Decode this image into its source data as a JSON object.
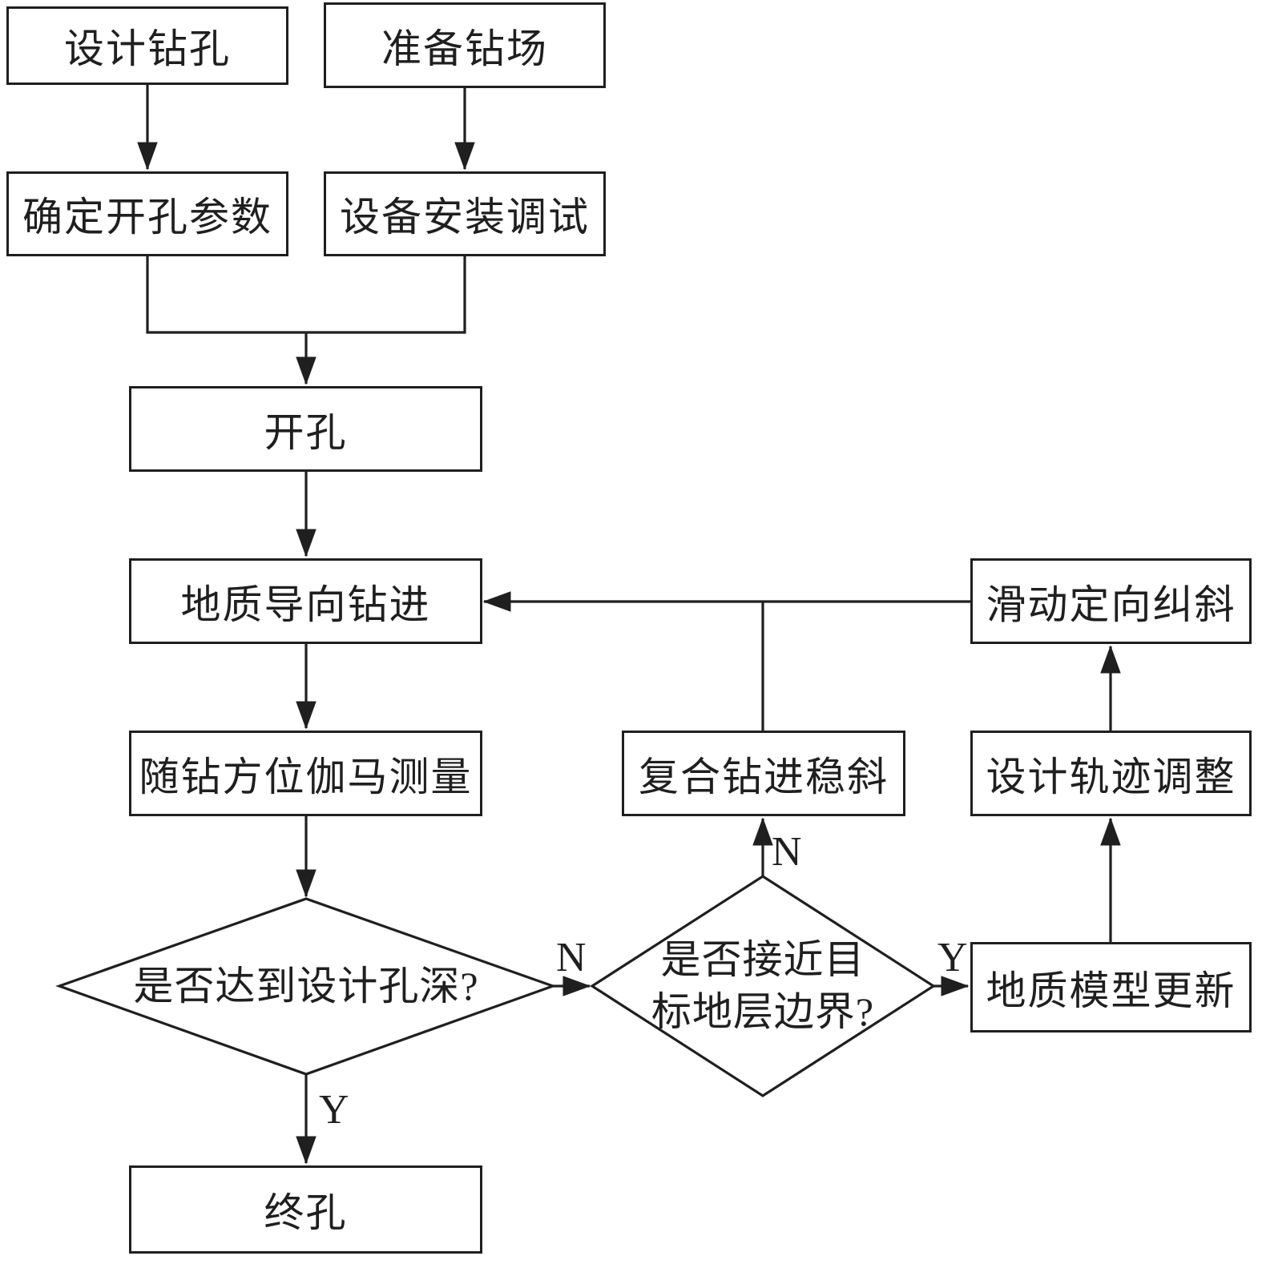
{
  "diagram": {
    "nodes": {
      "design_hole": "设计钻孔",
      "prepare_site": "准备钻场",
      "determine_params": "确定开孔参数",
      "equipment_install": "设备安装调试",
      "open_hole": "开孔",
      "geosteering": "地质导向钻进",
      "gamma_measurement": "随钻方位伽马测量",
      "depth_decision": "是否达到设计孔深?",
      "boundary_decision": "是否接近目\n标地层边界?",
      "composite_drilling": "复合钻进稳斜",
      "geo_model_update": "地质模型更新",
      "trajectory_adjust": "设计轨迹调整",
      "sliding_correction": "滑动定向纠斜",
      "end_hole": "终孔"
    },
    "edge_labels": {
      "depth_yes": "Y",
      "depth_no": "N",
      "boundary_no": "N",
      "boundary_yes": "Y"
    },
    "edges": [
      {
        "from": "design_hole",
        "to": "determine_params"
      },
      {
        "from": "prepare_site",
        "to": "equipment_install"
      },
      {
        "from": "determine_params",
        "to": "open_hole"
      },
      {
        "from": "equipment_install",
        "to": "open_hole"
      },
      {
        "from": "open_hole",
        "to": "geosteering"
      },
      {
        "from": "geosteering",
        "to": "gamma_measurement"
      },
      {
        "from": "gamma_measurement",
        "to": "depth_decision"
      },
      {
        "from": "depth_decision",
        "to": "end_hole",
        "label": "Y"
      },
      {
        "from": "depth_decision",
        "to": "boundary_decision",
        "label": "N"
      },
      {
        "from": "boundary_decision",
        "to": "composite_drilling",
        "label": "N"
      },
      {
        "from": "boundary_decision",
        "to": "geo_model_update",
        "label": "Y"
      },
      {
        "from": "composite_drilling",
        "to": "geosteering"
      },
      {
        "from": "geo_model_update",
        "to": "trajectory_adjust"
      },
      {
        "from": "trajectory_adjust",
        "to": "sliding_correction"
      },
      {
        "from": "sliding_correction",
        "to": "geosteering"
      }
    ],
    "colors": {
      "line": "#1f1f1f",
      "background": "#ffffff"
    }
  }
}
